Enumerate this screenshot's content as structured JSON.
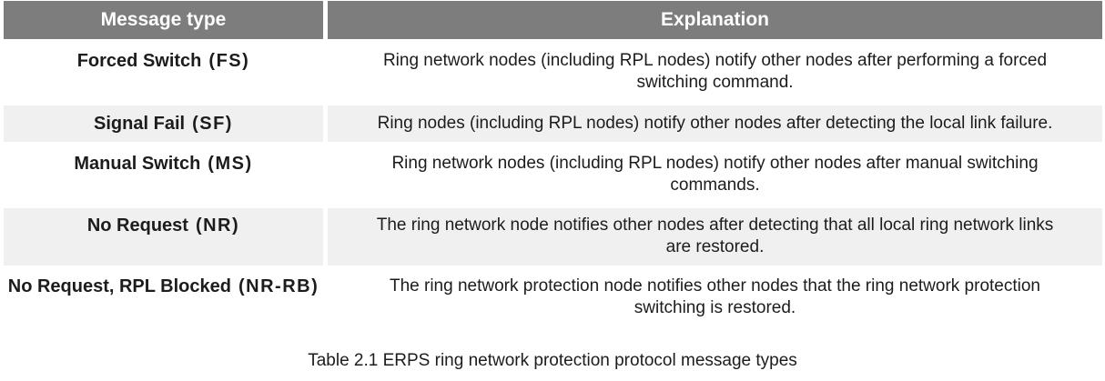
{
  "colors": {
    "header_bg": "#7d7d7d",
    "header_text": "#ffffff",
    "row_bg": "#ffffff",
    "row_alt_bg": "#f0f0f0",
    "body_text": "#1c1c1c"
  },
  "table": {
    "headers": [
      "Message type",
      "Explanation"
    ],
    "rows": [
      {
        "type_name": "Forced Switch",
        "type_abbr": "(FS)",
        "explanation": "Ring network nodes (including RPL nodes) notify other nodes after performing a forced switching command.",
        "explanation_lines": [
          "Ring network nodes (including RPL nodes) notify other nodes after performing a forced",
          "switching command."
        ]
      },
      {
        "type_name": "Signal Fail",
        "type_abbr": "(SF)",
        "explanation": "Ring nodes (including RPL nodes) notify other nodes after detecting the local link failure.",
        "explanation_lines": [
          "Ring nodes (including RPL nodes) notify other nodes after detecting the local link failure."
        ]
      },
      {
        "type_name": "Manual Switch",
        "type_abbr": "(MS)",
        "explanation": "Ring network nodes (including RPL nodes) notify other nodes after manual switching commands.",
        "explanation_lines": [
          "Ring network nodes (including RPL nodes) notify other nodes after manual switching",
          "commands."
        ]
      },
      {
        "type_name": "No Request",
        "type_abbr": "(NR)",
        "explanation": "The ring network node notifies other nodes after detecting that all local ring network links are restored.",
        "explanation_lines": [
          "The ring network node notifies other nodes after detecting that all local ring network links",
          "are restored."
        ]
      },
      {
        "type_name": "No Request, RPL Blocked",
        "type_abbr": "(NR-RB)",
        "explanation": "The ring network protection node notifies other nodes that the ring network protection switching is restored.",
        "explanation_lines": [
          "The ring network protection node notifies other nodes that the ring network protection",
          "switching is restored."
        ]
      }
    ]
  },
  "caption": "Table 2.1 ERPS ring network protection protocol message types"
}
